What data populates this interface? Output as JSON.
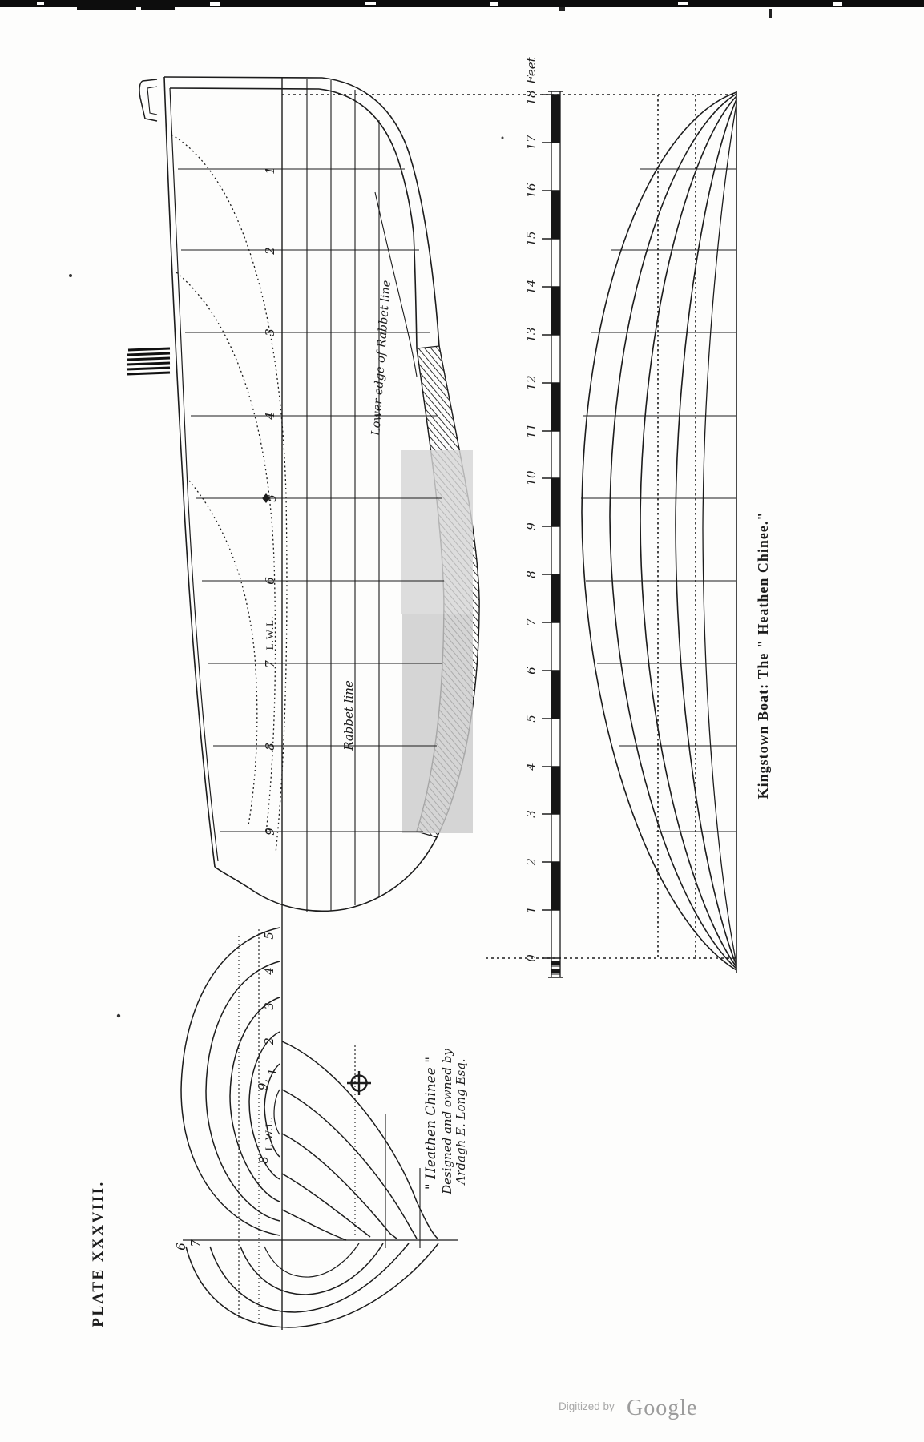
{
  "page": {
    "plate_label": "PLATE XXXVIII.",
    "caption": "Kingstown Boat: The \" Heathen Chinee.\"",
    "watermark": {
      "prefix": "Digitized by",
      "brand": "Google"
    }
  },
  "inscription": {
    "line1": "\" Heathen Chinee \"",
    "line2": "Designed and owned by",
    "line3": "Ardagh E. Long Esq."
  },
  "profile": {
    "stations": [
      "1",
      "2",
      "3",
      "4",
      "5",
      "6",
      "7",
      "8",
      "9"
    ],
    "lwl_label": "L.W.L.",
    "rabbet_label": "Rabbet line",
    "lower_rabbet_label": "Lower edge of Rabbet line"
  },
  "scale": {
    "unit_label": "Feet",
    "values": [
      "0",
      "1",
      "2",
      "3",
      "4",
      "5",
      "6",
      "7",
      "8",
      "9",
      "10",
      "11",
      "12",
      "13",
      "14",
      "15",
      "16",
      "17",
      "18"
    ]
  },
  "body_plan": {
    "upper_numbers": [
      "5",
      "4",
      "3",
      "2",
      "1"
    ],
    "nine_label": "9,",
    "eight_label": "8",
    "lwl_label": "L.W.L.",
    "six_label": "6",
    "seven_label": "7"
  }
}
